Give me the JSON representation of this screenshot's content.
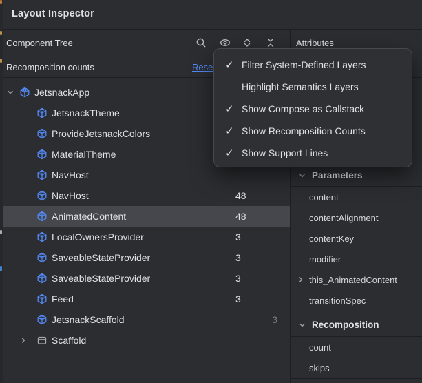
{
  "header": {
    "title": "Layout Inspector"
  },
  "component_tree": {
    "toolbar_title": "Component Tree",
    "toolbar_icons": [
      "search",
      "view-options-eye",
      "expand-all",
      "collapse-all"
    ],
    "recomposition_row": {
      "label": "Recomposition counts",
      "reset_label": "Reset"
    },
    "rows": [
      {
        "label": "JetsnackApp",
        "icon": "compose-node",
        "state": "expanded"
      },
      {
        "label": "JetsnackTheme",
        "icon": "compose-node"
      },
      {
        "label": "ProvideJetsnackColors",
        "icon": "compose-node"
      },
      {
        "label": "MaterialTheme",
        "icon": "compose-node"
      },
      {
        "label": "NavHost",
        "icon": "compose-node"
      },
      {
        "label": "NavHost",
        "icon": "compose-node",
        "count": "48"
      },
      {
        "label": "AnimatedContent",
        "icon": "compose-node",
        "count": "48",
        "selected": true
      },
      {
        "label": "LocalOwnersProvider",
        "icon": "compose-node",
        "count": "3"
      },
      {
        "label": "SaveableStateProvider",
        "icon": "compose-node",
        "count": "3"
      },
      {
        "label": "SaveableStateProvider",
        "icon": "compose-node",
        "count": "3"
      },
      {
        "label": "Feed",
        "icon": "compose-node",
        "count": "3"
      },
      {
        "label": "JetsnackScaffold",
        "icon": "compose-node",
        "skips": "3"
      },
      {
        "label": "Scaffold",
        "icon": "layout-node",
        "state": "collapsed"
      }
    ]
  },
  "view_options_menu": {
    "items": [
      {
        "label": "Filter System-Defined Layers",
        "checked": true,
        "check": "✓"
      },
      {
        "label": "Highlight Semantics Layers",
        "checked": false
      },
      {
        "label": "Show Compose as Callstack",
        "checked": true,
        "check": "✓"
      },
      {
        "label": "Show Recomposition Counts",
        "checked": true,
        "check": "✓"
      },
      {
        "label": "Show Support Lines",
        "checked": true,
        "check": "✓"
      }
    ]
  },
  "attributes": {
    "title": "Attributes",
    "sections": [
      {
        "label": "Parameters",
        "items": [
          {
            "label": "content"
          },
          {
            "label": "contentAlignment"
          },
          {
            "label": "contentKey"
          },
          {
            "label": "modifier"
          },
          {
            "label": "this_AnimatedContent",
            "state": "collapsed"
          },
          {
            "label": "transitionSpec"
          }
        ]
      },
      {
        "label": "Recomposition",
        "items": [
          {
            "label": "count"
          },
          {
            "label": "skips"
          }
        ]
      }
    ]
  },
  "colors": {
    "panel_bg": "#2b2d30",
    "divider": "#1e1f22",
    "selection_bg": "#45474d",
    "accent_blue": "#548af7",
    "text": "#dfe1e5",
    "dim_count_text": "#7a7e85",
    "menu_bg": "#2e3034"
  }
}
